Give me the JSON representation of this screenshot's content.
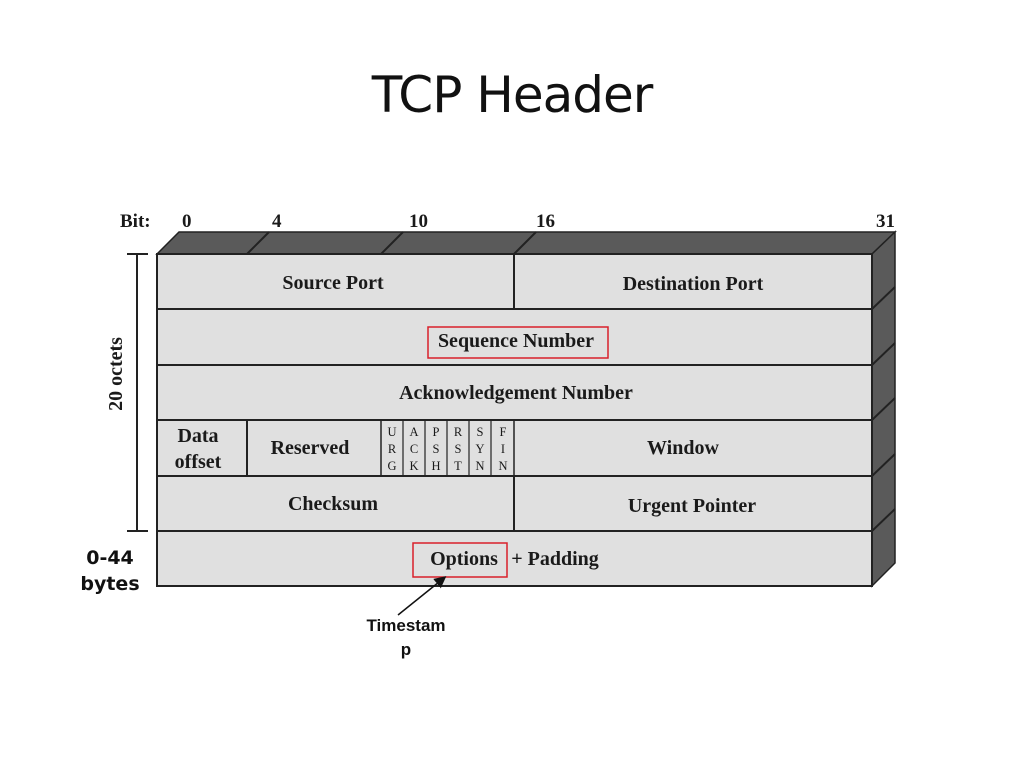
{
  "slide": {
    "title": "TCP Header"
  },
  "diagram": {
    "bit_label": "Bit:",
    "bit_ticks": [
      "0",
      "4",
      "10",
      "16",
      "31"
    ],
    "octets_label": "20 octets",
    "fields": {
      "source_port": "Source Port",
      "destination_port": "Destination Port",
      "sequence_number": "Sequence Number",
      "acknowledgement_number": "Acknowledgement Number",
      "data_offset": [
        "Data",
        "offset"
      ],
      "reserved": "Reserved",
      "window": "Window",
      "checksum": "Checksum",
      "urgent_pointer": "Urgent Pointer",
      "options": "Options",
      "padding": "+ Padding"
    },
    "flags": [
      [
        "U",
        "R",
        "G"
      ],
      [
        "A",
        "C",
        "K"
      ],
      [
        "P",
        "S",
        "H"
      ],
      [
        "R",
        "S",
        "T"
      ],
      [
        "S",
        "Y",
        "N"
      ],
      [
        "F",
        "I",
        "N"
      ]
    ],
    "options_size_label": [
      "0-44",
      "bytes"
    ],
    "annotation": [
      "Timestam",
      "p"
    ],
    "highlight_color": "#d9202a"
  }
}
